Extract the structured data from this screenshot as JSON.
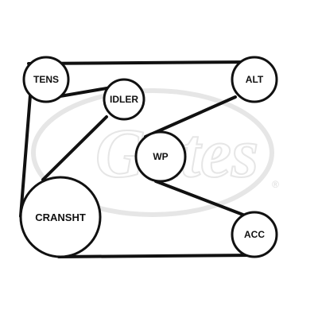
{
  "pulleys": {
    "tens": {
      "label": "TENS"
    },
    "idler": {
      "label": "IDLER"
    },
    "alt": {
      "label": "ALT"
    },
    "wp": {
      "label": "WP"
    },
    "cranksht": {
      "label": "CRANSHT"
    },
    "acc": {
      "label": "ACC"
    }
  },
  "watermark": {
    "logo_text": "Gates",
    "registered": "®"
  },
  "colors": {
    "belt": "#111111",
    "watermark": "#e6e6e6"
  }
}
